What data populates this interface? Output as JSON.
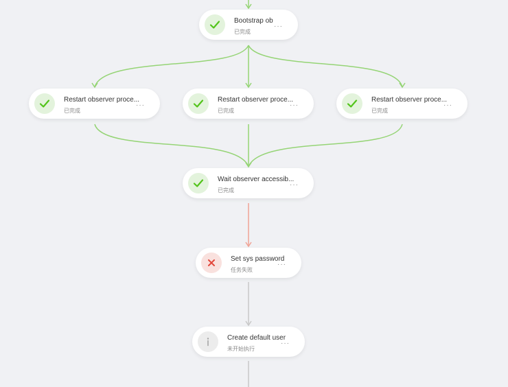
{
  "colors": {
    "success_edge": "#95d475",
    "fail_edge": "#f0a395",
    "pending_edge": "#c8c8c8",
    "success_icon": "#52c41a",
    "fail_icon": "#e2473b",
    "pending_icon": "#a6a6a6"
  },
  "nodes": [
    {
      "id": "bootstrap",
      "title": "Bootstrap ob",
      "status_text": "已完成",
      "status": "success",
      "icon": "check-icon",
      "more": "···"
    },
    {
      "id": "restart-1",
      "title": "Restart observer proce...",
      "status_text": "已完成",
      "status": "success",
      "icon": "check-icon",
      "more": "···"
    },
    {
      "id": "restart-2",
      "title": "Restart observer proce...",
      "status_text": "已完成",
      "status": "success",
      "icon": "check-icon",
      "more": "···"
    },
    {
      "id": "restart-3",
      "title": "Restart observer proce...",
      "status_text": "已完成",
      "status": "success",
      "icon": "check-icon",
      "more": "···"
    },
    {
      "id": "wait-observer",
      "title": "Wait observer accessib...",
      "status_text": "已完成",
      "status": "success",
      "icon": "check-icon",
      "more": "···"
    },
    {
      "id": "set-sys-password",
      "title": "Set sys password",
      "status_text": "任务失败",
      "status": "fail",
      "icon": "close-icon",
      "more": "···"
    },
    {
      "id": "create-default-user",
      "title": "Create default user",
      "status_text": "未开始执行",
      "status": "pending",
      "icon": "info-icon",
      "more": "···"
    }
  ]
}
